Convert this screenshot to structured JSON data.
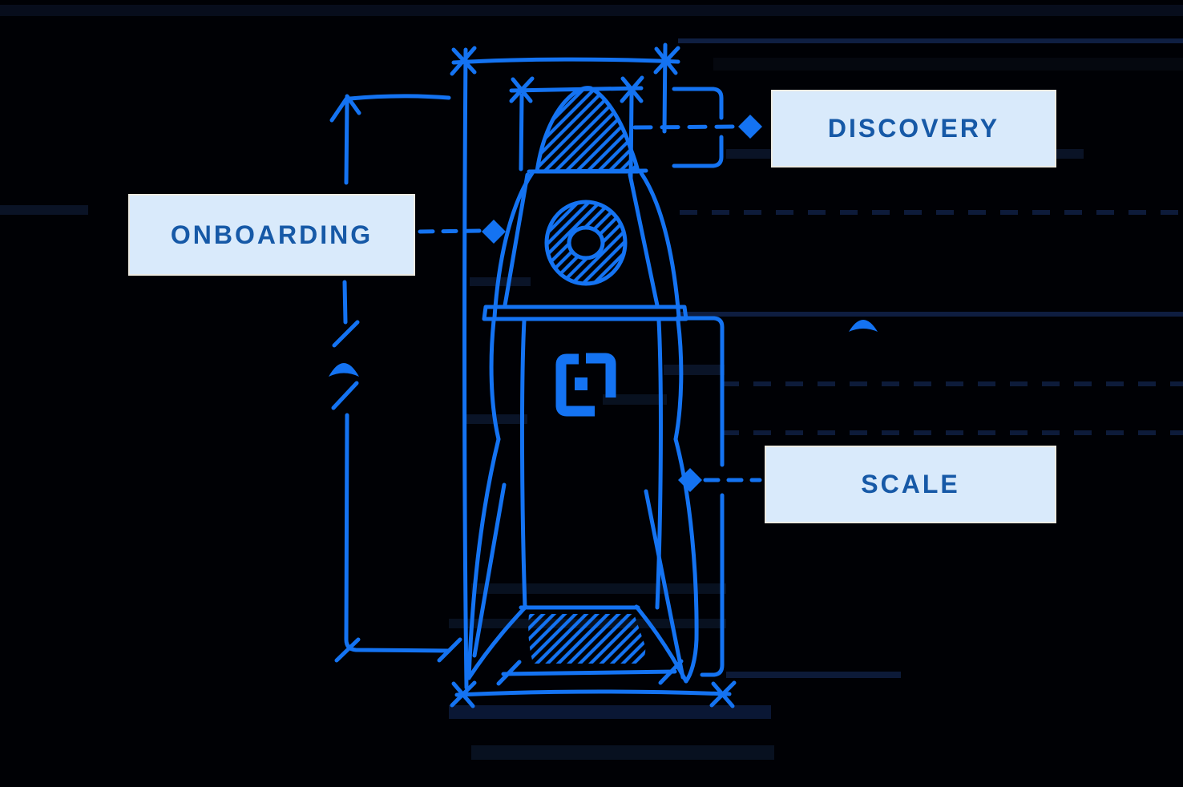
{
  "diagram": {
    "type": "blueprint-rocket-sketch",
    "labels": {
      "discovery": "DISCOVERY",
      "onboarding": "ONBOARDING",
      "scale": "SCALE"
    },
    "colors": {
      "background": "#000105",
      "line_blue": "#1473f2",
      "label_background": "#d9eafb",
      "label_text": "#1659a7",
      "ghost_streak": "#0a1734"
    },
    "markers": {
      "leader_marker": "diamond",
      "break_marker": "triangle",
      "dimension_tick": "sketch-x"
    },
    "sections_annotated": [
      "nose-cone",
      "upper-body-window",
      "lower-body"
    ]
  }
}
